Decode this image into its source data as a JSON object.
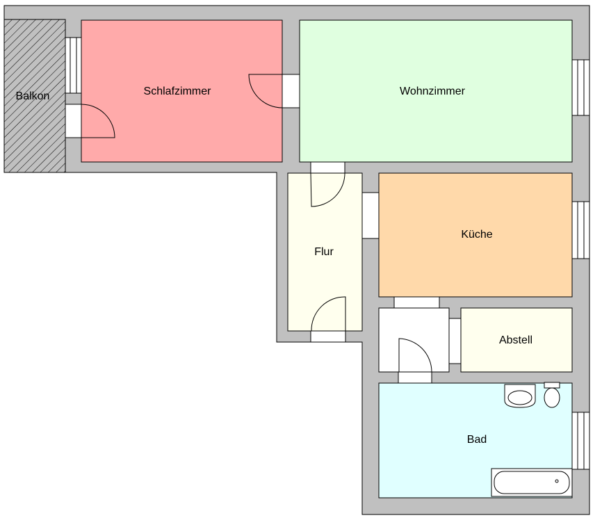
{
  "colors": {
    "wall": "#c0c0c0",
    "outline": "#000000",
    "opening": "#ffffff",
    "schlafzimmer": "#ffaaaa",
    "wohnzimmer": "#e0ffe0",
    "kueche": "#ffd9aa",
    "flur": "#ffffee",
    "abstell": "#ffffee",
    "bad": "#e0ffff",
    "corridor": "#ffffff",
    "balkon_hatch": "#000000"
  },
  "rooms": {
    "balkon": "Balkon",
    "schlafzimmer": "Schlafzimmer",
    "wohnzimmer": "Wohnzimmer",
    "flur": "Flur",
    "kueche": "Küche",
    "abstell": "Abstell",
    "bad": "Bad"
  },
  "icons": [
    "door-swing-icon",
    "window-icon",
    "sink-icon",
    "toilet-icon",
    "bathtub-icon",
    "hatch-pattern"
  ]
}
